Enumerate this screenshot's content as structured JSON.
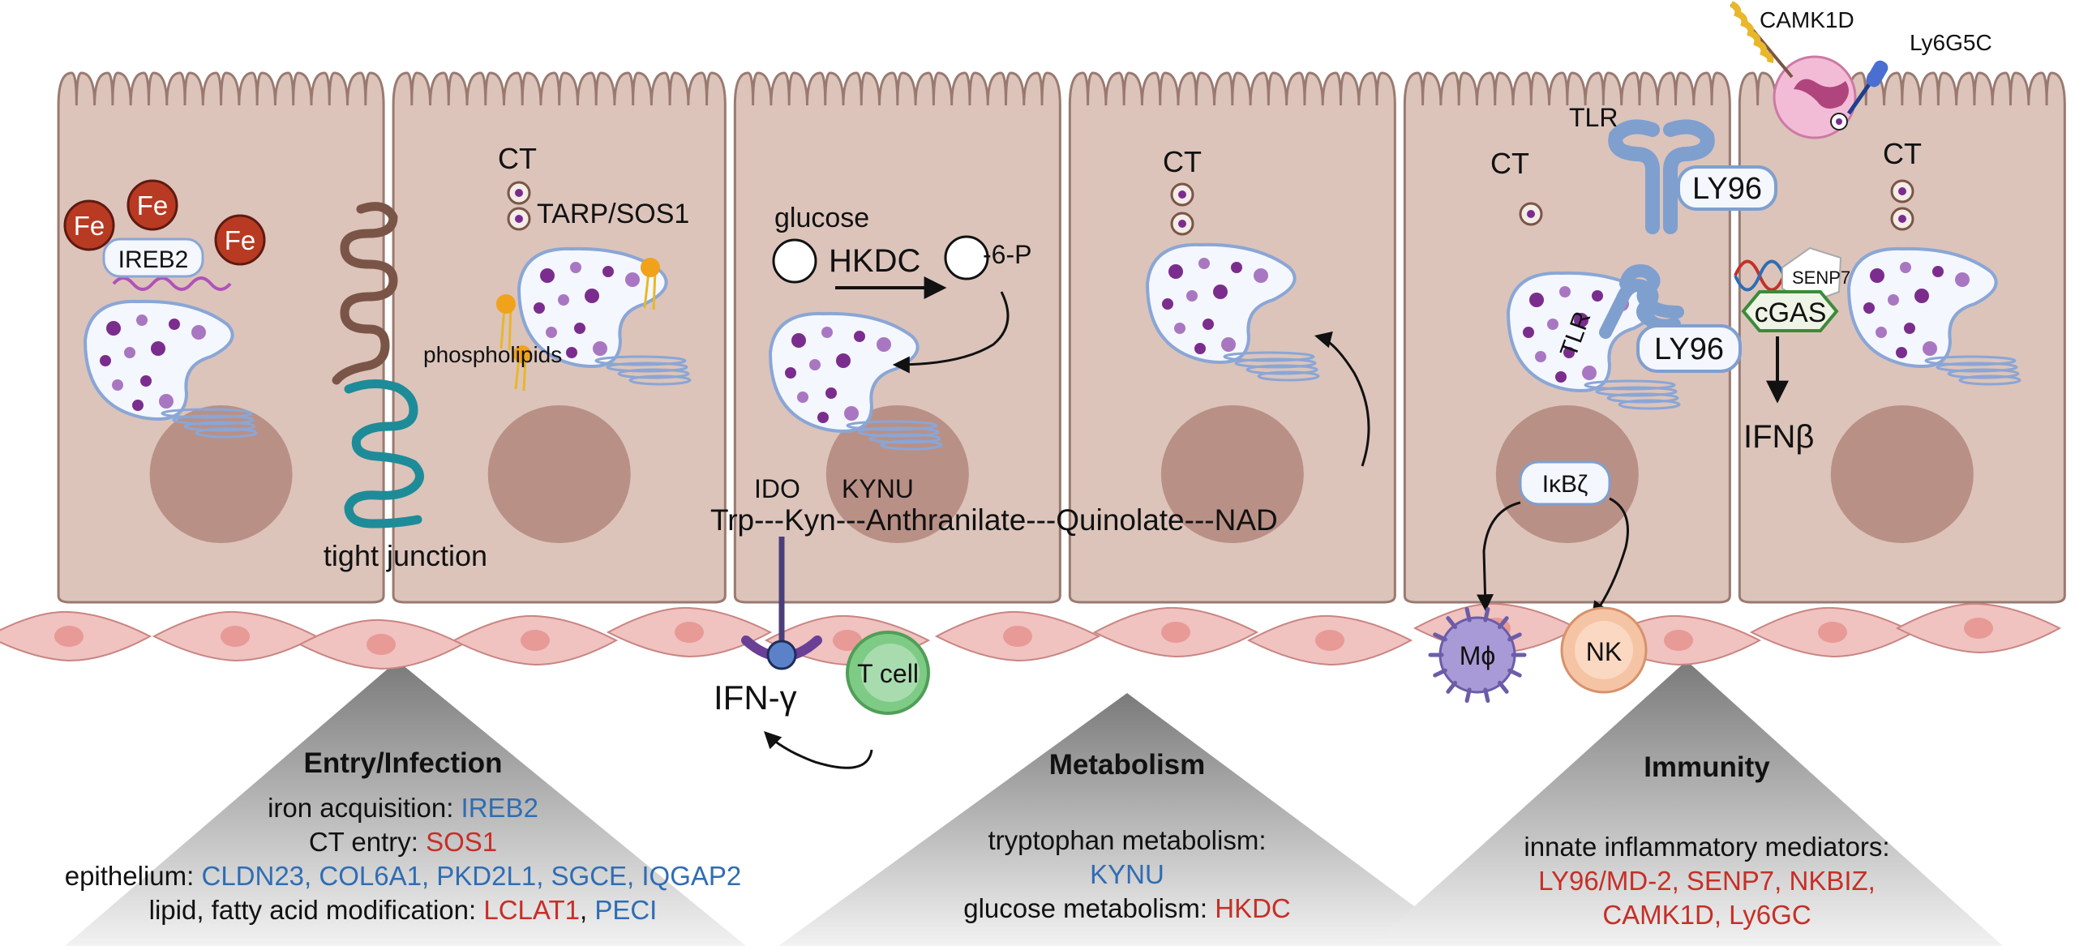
{
  "labels": {
    "fe": "Fe",
    "ireb2": "IREB2",
    "tight_junction": "tight junction",
    "ct": "CT",
    "tarp_sos1": "TARP/SOS1",
    "phospholipids": "phospholipids",
    "glucose": "glucose",
    "hkdc": "HKDC",
    "six_p": "-6-P",
    "ido": "IDO",
    "kynu": "KYNU",
    "pathway": "Trp---Kyn---Anthranilate---Quinolate---NAD",
    "ifn_gamma": "IFN-γ",
    "t_cell": "T cell",
    "tlr": "TLR",
    "ly96": "LY96",
    "ikbz": "IκBζ",
    "mphi": "Mϕ",
    "nk": "NK",
    "camk1d": "CAMK1D",
    "ly6g5c": "Ly6G5C",
    "senp7": "SENP7",
    "cgas": "cGAS",
    "ifn_beta": "IFNβ"
  },
  "panels": {
    "entry": {
      "title": "Entry/Infection",
      "lines": [
        [
          {
            "t": "iron acquisition: ",
            "c": "black"
          },
          {
            "t": "IREB2",
            "c": "blue"
          }
        ],
        [
          {
            "t": "CT entry: ",
            "c": "black"
          },
          {
            "t": "SOS1",
            "c": "red"
          }
        ],
        [
          {
            "t": "epithelium: ",
            "c": "black"
          },
          {
            "t": "CLDN23, COL6A1, PKD2L1, SGCE, IQGAP2",
            "c": "blue"
          }
        ],
        [
          {
            "t": "lipid, fatty acid modification: ",
            "c": "black"
          },
          {
            "t": "LCLAT1",
            "c": "red"
          },
          {
            "t": ", ",
            "c": "black"
          },
          {
            "t": "PECI",
            "c": "blue"
          }
        ]
      ]
    },
    "metabolism": {
      "title": "Metabolism",
      "lines": [
        [
          {
            "t": "tryptophan metabolism:",
            "c": "black"
          }
        ],
        [
          {
            "t": "KYNU",
            "c": "blue"
          }
        ],
        [
          {
            "t": "glucose metabolism: ",
            "c": "black"
          },
          {
            "t": "HKDC",
            "c": "red"
          }
        ]
      ]
    },
    "immunity": {
      "title": "Immunity",
      "lines": [
        [
          {
            "t": "innate inflammatory mediators:",
            "c": "black"
          }
        ],
        [
          {
            "t": "LY96/MD-2, SENP7, NKBIZ,",
            "c": "red"
          }
        ],
        [
          {
            "t": "CAMK1D, Ly6GC",
            "c": "red"
          }
        ]
      ]
    }
  },
  "colors": {
    "cell_fill": "#dcc4bb",
    "cell_stroke": "#9a7a70",
    "nucleus": "#b99086",
    "inclusion_fill": "#f4f7fd",
    "inclusion_stroke": "#8aa6d6",
    "chlamydia": "#7b2d8e",
    "chlamydia_light": "#a977c2",
    "fibroblast": "#f0c2c0",
    "fibroblast_stroke": "#c98582",
    "iron": "#b83a22",
    "tight_junction_brown": "#7a5547",
    "tight_junction_teal": "#1d8c98",
    "receptor_blue": "#7f9fcf",
    "gene_blue": "#2f6db3",
    "gene_red": "#c62f28",
    "cgas_green": "#3c8a3a",
    "tcell_green": "#7ecb85",
    "macrophage_purple": "#a89ad6",
    "nk_peach": "#f5c4a4",
    "neutrophil_pink": "#f3bcd6"
  }
}
